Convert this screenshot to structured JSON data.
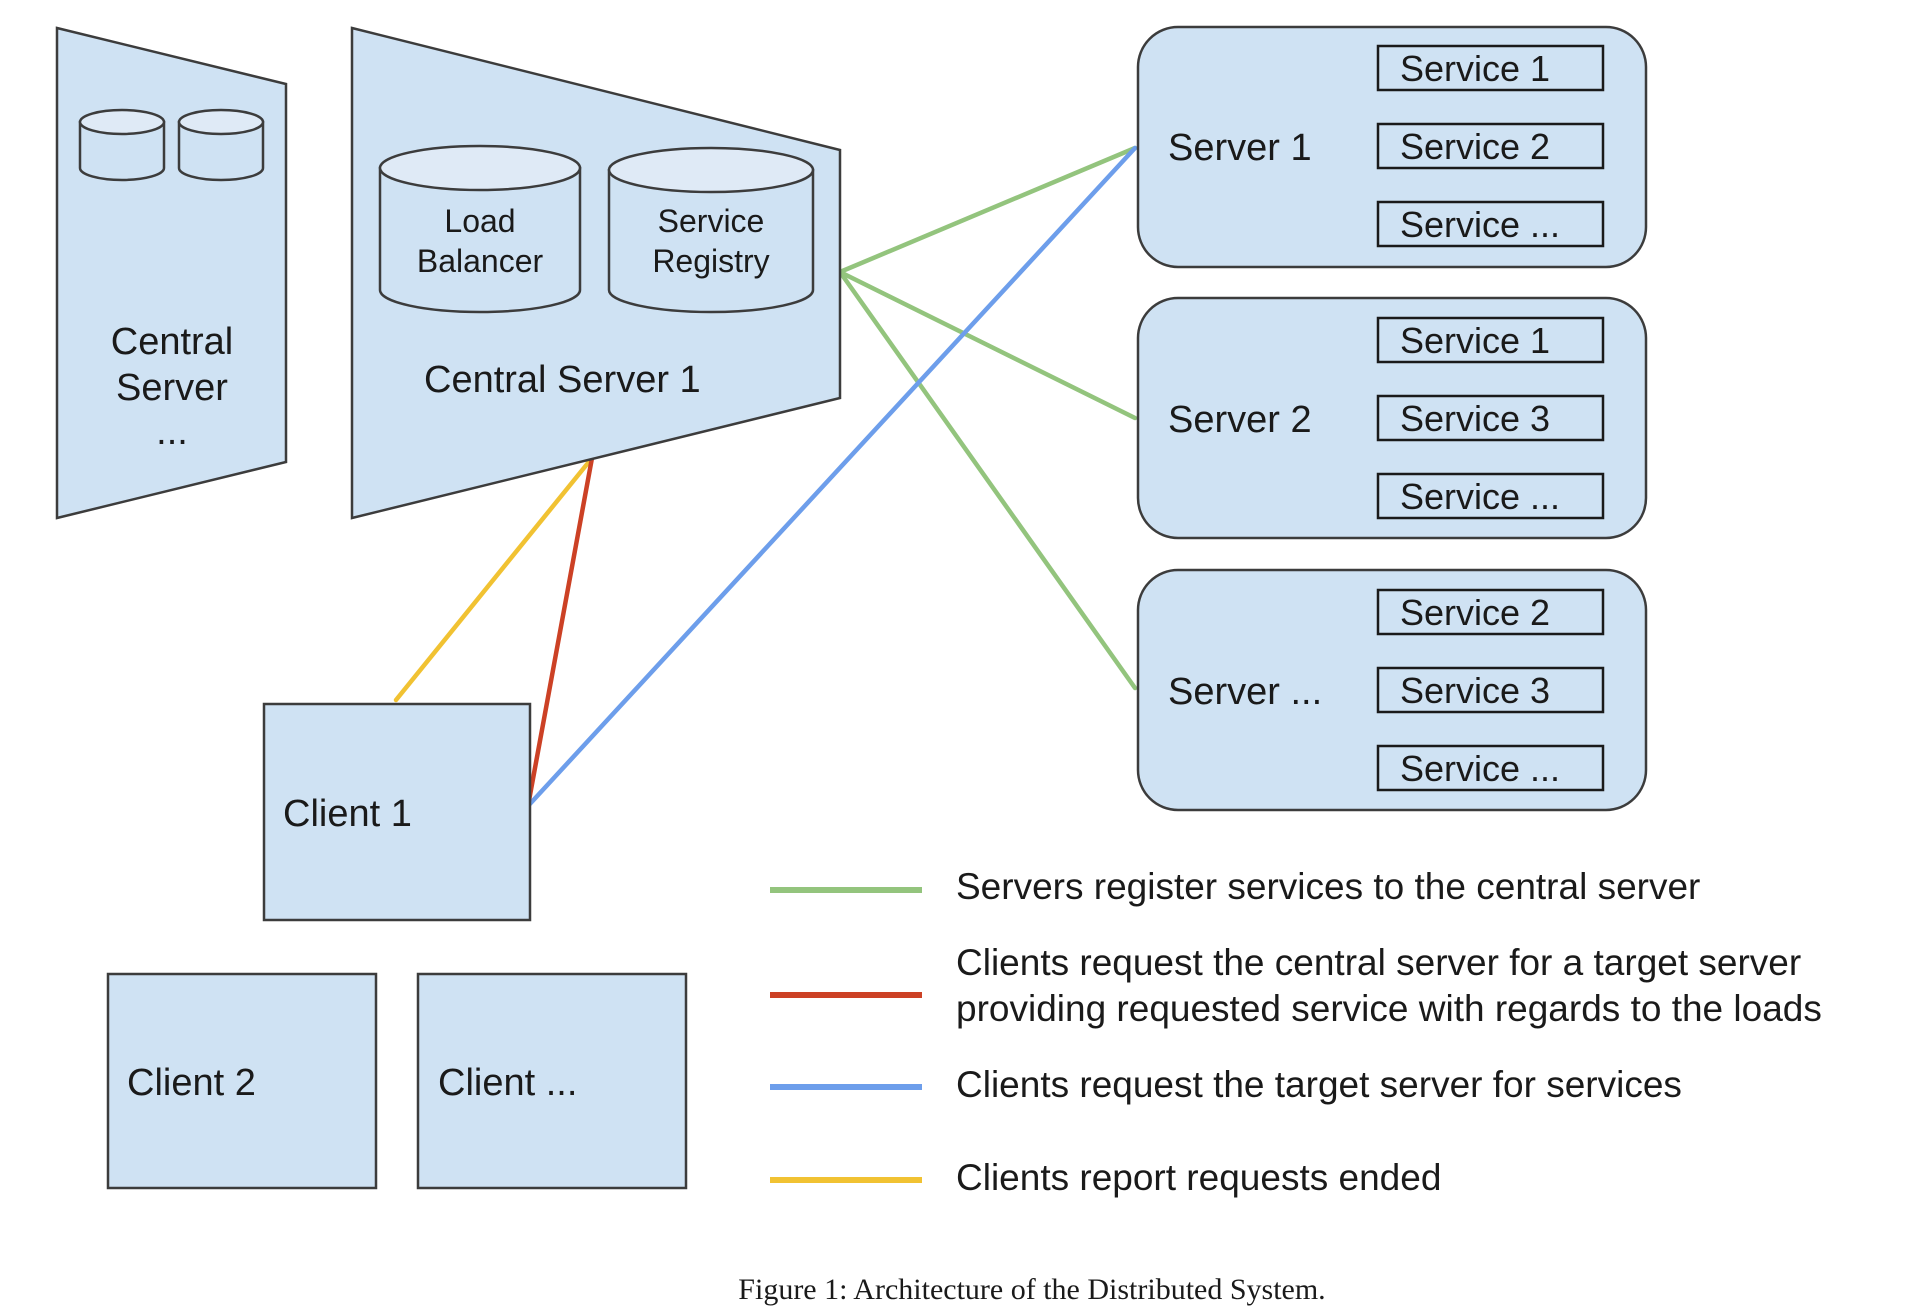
{
  "central_servers": {
    "other": {
      "label_lines": [
        "Central",
        "Server",
        "..."
      ]
    },
    "primary": {
      "label": "Central Server 1",
      "load_balancer_lines": [
        "Load",
        "Balancer"
      ],
      "service_registry_lines": [
        "Service",
        "Registry"
      ]
    }
  },
  "servers": [
    {
      "name": "Server 1",
      "services": [
        "Service 1",
        "Service 2",
        "Service ..."
      ]
    },
    {
      "name": "Server 2",
      "services": [
        "Service 1",
        "Service 3",
        "Service ..."
      ]
    },
    {
      "name": "Server ...",
      "services": [
        "Service 2",
        "Service 3",
        "Service ..."
      ]
    }
  ],
  "clients": [
    "Client 1",
    "Client 2",
    "Client ..."
  ],
  "legend": [
    {
      "color": "#93c47d",
      "lines": [
        "Servers register services to the central server"
      ]
    },
    {
      "color": "#cc4125",
      "lines": [
        "Clients request the central server for a target server",
        "providing requested service with regards to the loads"
      ]
    },
    {
      "color": "#6d9eeb",
      "lines": [
        "Clients request the target server for services"
      ]
    },
    {
      "color": "#f1c232",
      "lines": [
        "Clients report requests ended"
      ]
    }
  ],
  "connection_colors": {
    "register": "#93c47d",
    "request_central": "#cc4125",
    "request_target": "#6d9eeb",
    "report_ended": "#f1c232"
  },
  "caption": "Figure 1: Architecture of the Distributed System."
}
